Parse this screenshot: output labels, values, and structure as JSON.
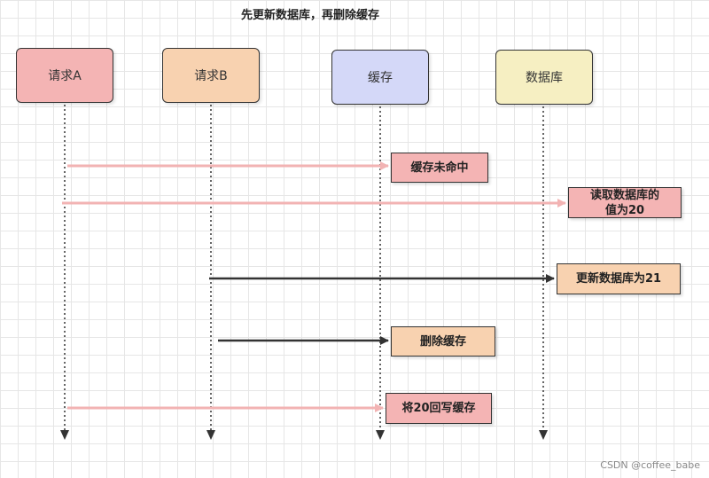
{
  "title": "先更新数据库，再删除缓存",
  "actors": [
    {
      "label": "请求A",
      "color": "#f4b4b4"
    },
    {
      "label": "请求B",
      "color": "#f8d2b0"
    },
    {
      "label": "缓存",
      "color": "#d4d8f8"
    },
    {
      "label": "数据库",
      "color": "#f6efc2"
    }
  ],
  "messages": [
    {
      "label": "缓存未命中",
      "from": "请求A",
      "to": "缓存",
      "color": "#f4b4b4"
    },
    {
      "label": "读取数据库的\n值为20",
      "from": "请求A",
      "to": "数据库",
      "color": "#f4b4b4"
    },
    {
      "label": "更新数据库为21",
      "from": "请求B",
      "to": "数据库",
      "color": "#f8d2b0"
    },
    {
      "label": "删除缓存",
      "from": "请求B",
      "to": "缓存",
      "color": "#f8d2b0"
    },
    {
      "label": "将20回写缓存",
      "from": "请求A",
      "to": "缓存",
      "color": "#f4b4b4"
    }
  ],
  "colors": {
    "arrow_a": "#f2b3b3",
    "arrow_b": "#333333",
    "lifeline": "#333333"
  },
  "watermark": "CSDN @coffee_babe"
}
